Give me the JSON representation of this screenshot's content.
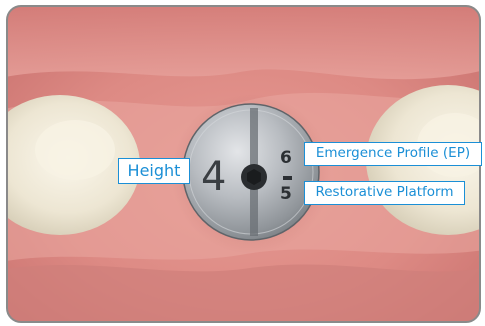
{
  "labels": {
    "height": "Height",
    "emergence_profile": "Emergence Profile (EP)",
    "restorative_platform": "Restorative Platform"
  },
  "cap_markings": {
    "height_value": "4",
    "ep_value": "6",
    "platform_value": "5"
  },
  "colors": {
    "label_border": "#1b8fd6",
    "label_text": "#1b8fd6",
    "frame_border": "#8a8a8a",
    "gum": "#e08f8a",
    "metal": "#b9bcc0"
  }
}
